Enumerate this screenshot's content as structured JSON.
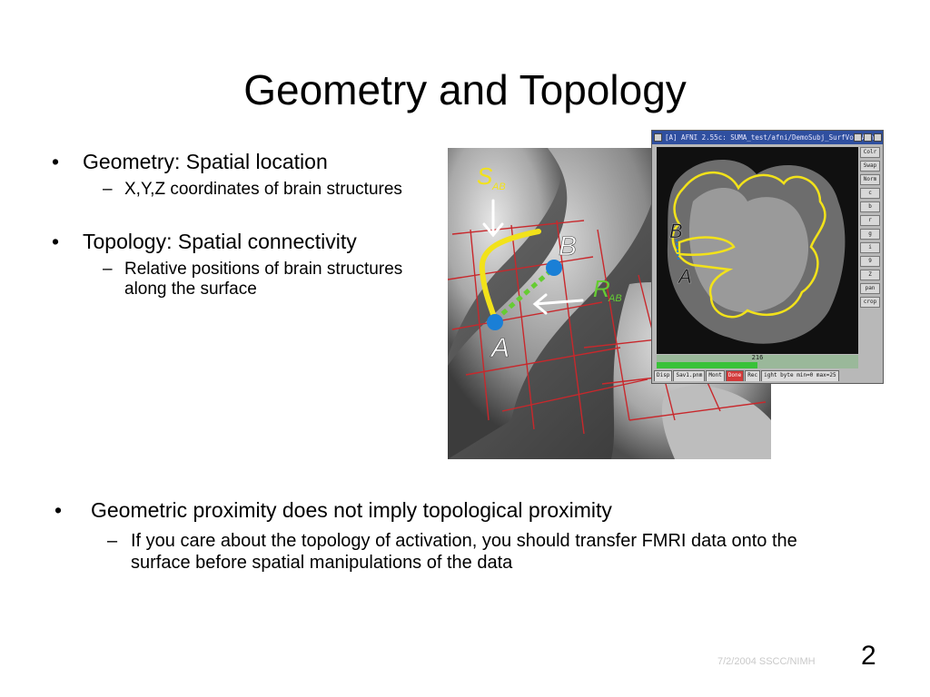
{
  "slide": {
    "title": "Geometry and Topology",
    "bullets": [
      {
        "text": "Geometry: Spatial location",
        "sub": [
          "X,Y,Z coordinates of brain structures"
        ]
      },
      {
        "text": "Topology: Spatial connectivity",
        "sub": [
          "Relative positions of brain structures along the surface"
        ]
      }
    ],
    "bottom_bullet": {
      "text": "Geometric proximity does not imply topological proximity",
      "sub": "If you care about the topology of activation, you should transfer FMRI data onto the surface before spatial manipulations of the data"
    },
    "footer_date": "7/2/2004 SSCC/NIMH",
    "page_number": "2"
  },
  "figure": {
    "labels": {
      "s": "S",
      "s_sub": "AB",
      "b": "B",
      "r": "R",
      "r_sub": "AB",
      "a": "A"
    },
    "colors": {
      "path": "#f2e21a",
      "point": "#1a7fd6",
      "grid": "#c8282c",
      "dotted": "#66cc33"
    }
  },
  "afni_window": {
    "title": "[A] AFNI 2.55c: SUMA_test/afni/DemoSubj_SurfVol_Aln...",
    "labels": {
      "b": "B",
      "a": "A"
    },
    "side_buttons": [
      "Colr",
      "Swap",
      "Norm",
      "c",
      "b",
      "r",
      "g",
      "i",
      "9",
      "Z",
      "pan",
      "crop"
    ],
    "slider_value": "216",
    "slider_fraction": 0.5,
    "bottom_buttons": [
      {
        "label": "Disp",
        "red": false
      },
      {
        "label": "Sav1.pnm",
        "red": false
      },
      {
        "label": "Mont",
        "red": false
      },
      {
        "label": "Done",
        "red": true
      },
      {
        "label": "Rec",
        "red": false
      },
      {
        "label": "ight byte min=0 max=25",
        "red": false
      }
    ]
  }
}
